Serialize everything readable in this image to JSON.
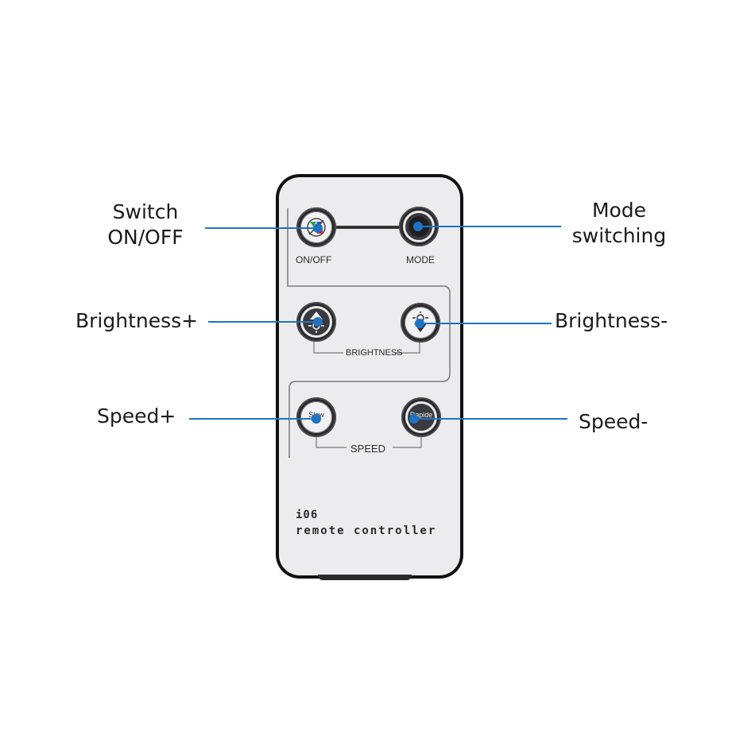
{
  "remote": {
    "model": "i06",
    "name": "remote controller",
    "buttons": {
      "onoff_label": "ON/OFF",
      "mode_label": "MODE",
      "brightness_label": "BRIGHTNESS",
      "speed_label": "SPEED",
      "slow_text": "Slow",
      "rapide_text": "Rapide"
    }
  },
  "callouts": {
    "switch_line1": "Switch",
    "switch_line2": "ON/OFF",
    "mode_line1": "Mode",
    "mode_line2": "switching",
    "brightness_plus": "Brightness+",
    "brightness_minus": "Brightness-",
    "speed_plus": "Speed+",
    "speed_minus": "Speed-"
  },
  "colors": {
    "leader": "#1f73c2",
    "remote_body": "#111111",
    "remote_face": "#ececee"
  },
  "icons": {
    "onoff": "power-rgb-icon",
    "brightness_up": "sun-up-icon",
    "brightness_down": "sun-down-icon"
  }
}
